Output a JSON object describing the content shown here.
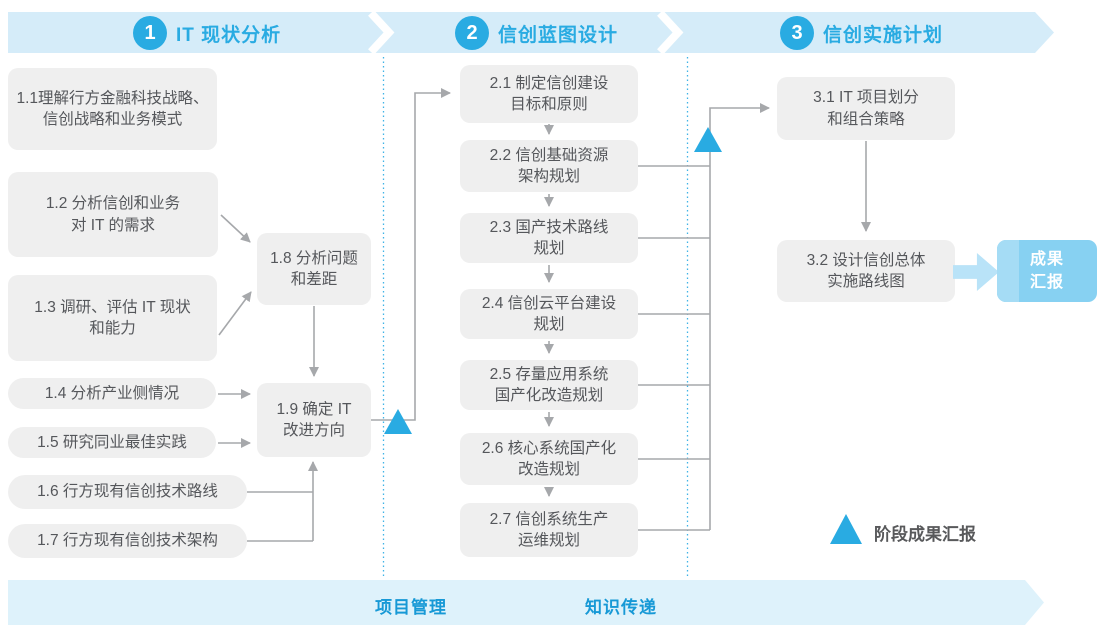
{
  "colors": {
    "accent_blue": "#29abe2",
    "band_top": "#d5ecf9",
    "band_bottom": "#def2fb",
    "box_bg": "#efefef",
    "box_text": "#55575b",
    "connector_gray": "#a6a8ab",
    "dotted_divider_blue": "#3fb3e6",
    "report_box_blue": "#87d1f2",
    "footer_text_blue": "#1799d6"
  },
  "phases": [
    {
      "number": "1",
      "label": "IT 现状分析"
    },
    {
      "number": "2",
      "label": "信创蓝图设计"
    },
    {
      "number": "3",
      "label": "信创实施计划"
    }
  ],
  "boxes": {
    "b11": "1.1理解行方金融科技战略、\n信创战略和业务模式",
    "b12": "1.2 分析信创和业务\n对 IT 的需求",
    "b13": "1.3 调研、评估 IT 现状\n和能力",
    "b14": "1.4 分析产业侧情况",
    "b15": "1.5 研究同业最佳实践",
    "b16": "1.6 行方现有信创技术路线",
    "b17": "1.7 行方现有信创技术架构",
    "b18": "1.8 分析问题\n和差距",
    "b19": "1.9 确定 IT\n改进方向",
    "b21": "2.1 制定信创建设\n目标和原则",
    "b22": "2.2 信创基础资源\n架构规划",
    "b23": "2.3 国产技术路线\n规划",
    "b24": "2.4 信创云平台建设\n规划",
    "b25": "2.5 存量应用系统\n国产化改造规划",
    "b26": "2.6 核心系统国产化\n改造规划",
    "b27": "2.7 信创系统生产\n运维规划",
    "b31": "3.1 IT 项目划分\n和组合策略",
    "b32": "3.2 设计信创总体\n实施路线图"
  },
  "report": {
    "label": "成果\n汇报"
  },
  "legend": {
    "label": "阶段成果汇报"
  },
  "footer": {
    "labels": [
      "项目管理",
      "知识传递"
    ]
  }
}
